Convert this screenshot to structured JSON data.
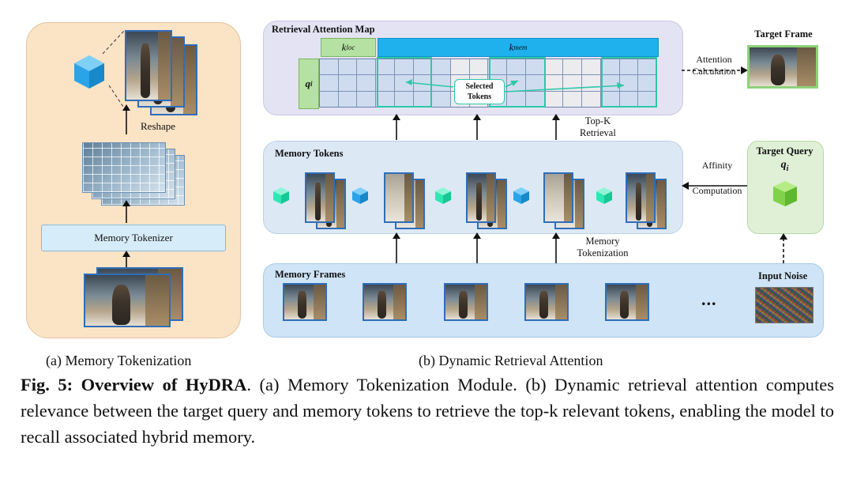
{
  "panel_a": {
    "reshape_label": "Reshape",
    "tokenizer_label": "Memory Tokenizer",
    "caption": "(a) Memory Tokenization"
  },
  "panel_b": {
    "retrieval_title": "Retrieval Attention Map",
    "k_loc": "k",
    "k_loc_sub": "loc",
    "k_mem": "k",
    "k_mem_sub": "mem",
    "q_i": "q",
    "q_i_sub": "i",
    "selected_tokens": "Selected Tokens",
    "topk_retrieval": [
      "Top-K",
      "Retrieval"
    ],
    "memory_tokens_title": "Memory Tokens",
    "memory_tokenization": [
      "Memory",
      "Tokenization"
    ],
    "memory_frames_title": "Memory Frames",
    "ellipsis": "...",
    "input_noise": "Input Noise",
    "affinity": [
      "Affinity",
      "Computation"
    ],
    "target_query_title": "Target Query",
    "target_query_symbol": "q",
    "target_query_sub": "i",
    "attention_calc": [
      "Attention",
      "Calculation"
    ],
    "target_frame": "Target Frame",
    "caption": "(b) Dynamic Retrieval Attention"
  },
  "figure_caption": {
    "label": "Fig. 5: Overview of HyDRA",
    "text": ". (a) Memory Tokenization Module. (b) Dynamic retrieval attention computes relevance between the target query and memory tokens to retrieve the top-k relevant tokens, enabling the model to recall associated hybrid memory."
  },
  "colors": {
    "token_teal": "#2ee8b4",
    "token_blue": "#2aa4e8",
    "token_green": "#7fd24a",
    "selected_outline": "#2ec7a8"
  },
  "icons": [
    "cube-icon",
    "noise-image",
    "frame-image"
  ]
}
